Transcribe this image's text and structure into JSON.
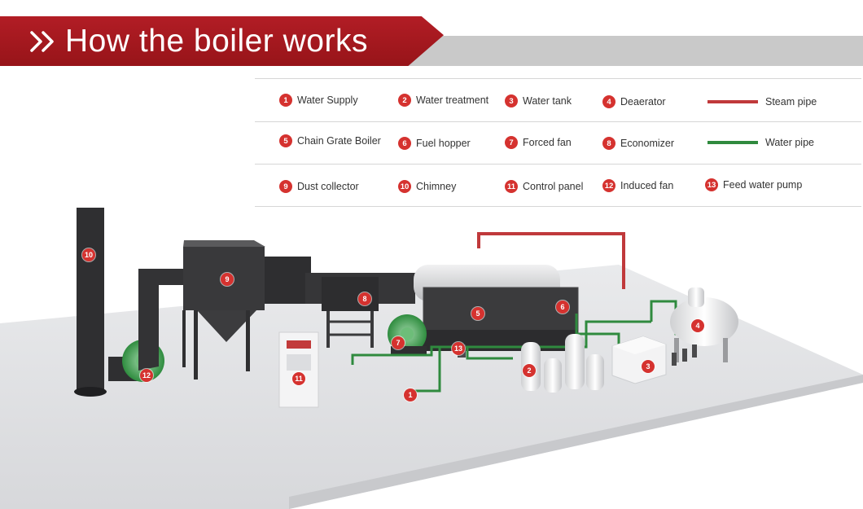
{
  "header": {
    "title": "How the boiler works"
  },
  "legend": {
    "components": [
      {
        "num": "1",
        "label": "Water Supply"
      },
      {
        "num": "2",
        "label": "Water treatment"
      },
      {
        "num": "3",
        "label": "Water tank"
      },
      {
        "num": "4",
        "label": "Deaerator"
      },
      {
        "num": "5",
        "label": "Chain Grate Boiler"
      },
      {
        "num": "6",
        "label": "Fuel hopper"
      },
      {
        "num": "7",
        "label": "Forced fan"
      },
      {
        "num": "8",
        "label": "Economizer"
      },
      {
        "num": "9",
        "label": "Dust collector"
      },
      {
        "num": "10",
        "label": "Chimney"
      },
      {
        "num": "11",
        "label": "Control panel"
      },
      {
        "num": "12",
        "label": "Induced fan"
      },
      {
        "num": "13",
        "label": "Feed water pump"
      }
    ],
    "pipes": [
      {
        "label": "Steam pipe",
        "color": "#c0393b"
      },
      {
        "label": "Water pipe",
        "color": "#2f8a3e"
      }
    ]
  },
  "diagram": {
    "markers": [
      "1",
      "2",
      "3",
      "4",
      "5",
      "6",
      "7",
      "8",
      "9",
      "10",
      "11",
      "12",
      "13"
    ],
    "colors": {
      "badge": "#d5322f",
      "steel_dark": "#3a3a3c",
      "fan_green": "#3a9a4a",
      "floor": "#e4e5e7",
      "boiler_shell": "#d9dadc"
    }
  }
}
